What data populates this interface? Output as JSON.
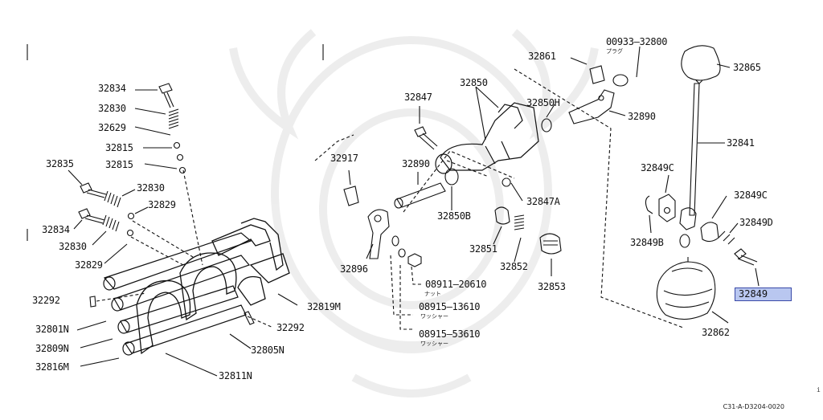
{
  "diagram": {
    "labels": {
      "p32834_a": "32834",
      "p32830_a": "32830",
      "p32629": "32629",
      "p32815_a": "32815",
      "p32815_b": "32815",
      "p32835": "32835",
      "p32830_b": "32830",
      "p32829_a": "32829",
      "p32834_b": "32834",
      "p32830_c": "32830",
      "p32829_b": "32829",
      "p32292_a": "32292",
      "p32801N": "32801N",
      "p32809N": "32809N",
      "p32816M": "32816M",
      "p32811N": "32811N",
      "p32805N": "32805N",
      "p32292_b": "32292",
      "p32819M": "32819M",
      "p32847": "32847",
      "p32850": "32850",
      "p32850H": "32850H",
      "p32917": "32917",
      "p32890_a": "32890",
      "p32847A": "32847A",
      "p32850B": "32850B",
      "p32851": "32851",
      "p32852": "32852",
      "p32853": "32853",
      "p32896": "32896",
      "p08911": "08911—20610",
      "p08915a": "08915—13610",
      "p08915b": "08915—53610",
      "p32861": "32861",
      "p00933": "00933—32800",
      "p32865": "32865",
      "p32890_b": "32890",
      "p32841": "32841",
      "p32849C_a": "32849C",
      "p32849C_b": "32849C",
      "p32849D": "32849D",
      "p32849B": "32849B",
      "p32862": "32862"
    },
    "japanese": {
      "plug": "プラグ",
      "nut": "ナット",
      "washer_a": "ワッシャー",
      "washer_b": "ワッシャー"
    },
    "highlighted_part": "32849",
    "diagram_code": "C31-A-D3204-0020",
    "edge_mark": "i",
    "colors": {
      "line": "#111111",
      "highlight_fill": "#b9c7f0",
      "highlight_border": "#3a4aa8",
      "watermark": "#ececec"
    }
  }
}
